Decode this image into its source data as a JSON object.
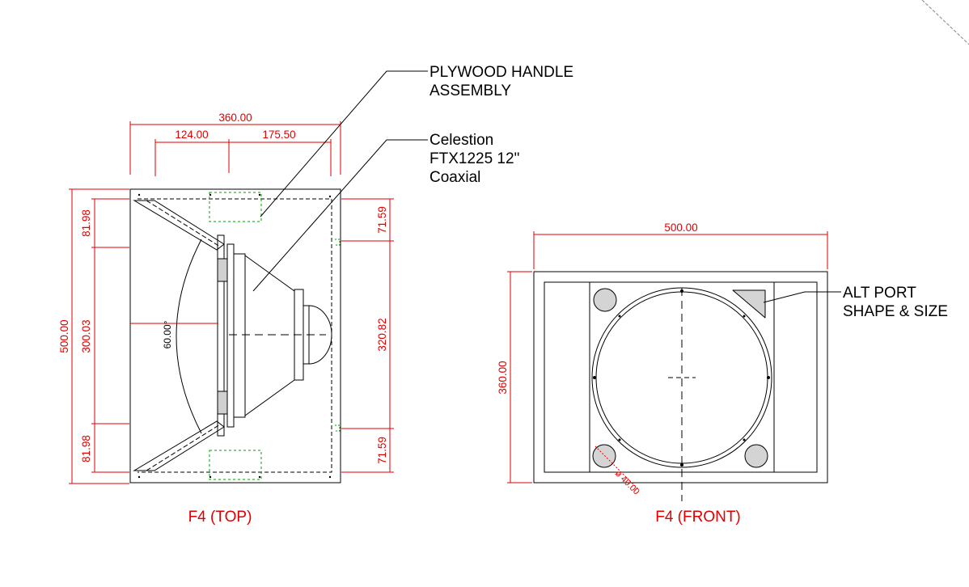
{
  "colors": {
    "line": "#000000",
    "dimension": "#e00000",
    "guide": "#00a000",
    "port_fill": "#d4d4d4"
  },
  "annotations": {
    "handle": [
      "PLYWOOD HANDLE",
      "ASSEMBLY"
    ],
    "driver": [
      "Celestion",
      "FTX1225 12\"",
      "Coaxial"
    ],
    "alt_port": [
      "ALT PORT",
      "SHAPE & SIZE"
    ]
  },
  "top_view": {
    "caption": "F4 (TOP)",
    "dims": {
      "overall_width": "360.00",
      "left_width": "124.00",
      "right_width": "175.50",
      "overall_depth": "500.00",
      "left_top": "81.98",
      "left_mid": "300.03",
      "left_bottom": "81.98",
      "right_top": "71.59",
      "right_mid": "320.82",
      "right_bottom": "71.59",
      "angle": "60.00°"
    }
  },
  "front_view": {
    "caption": "F4 (FRONT)",
    "dims": {
      "width": "500.00",
      "height": "360.00",
      "port_dia": "ø 40.00"
    }
  }
}
